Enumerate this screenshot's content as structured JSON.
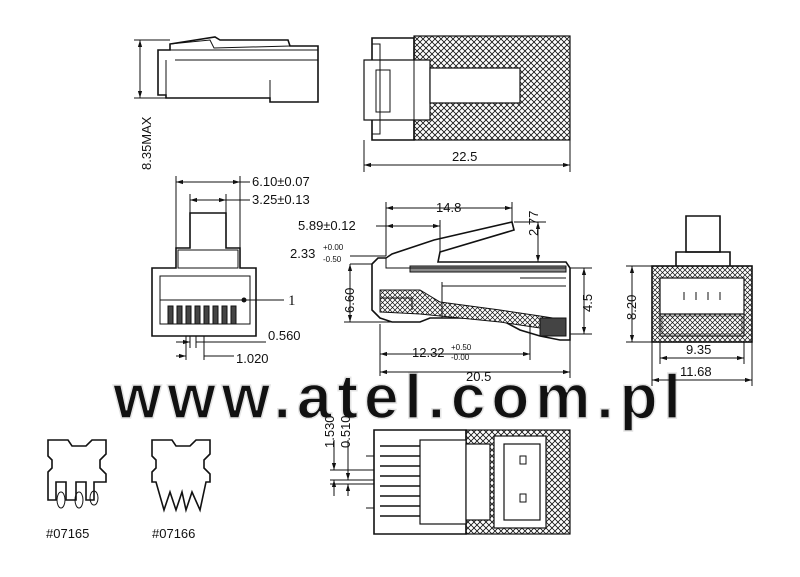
{
  "watermark": "www.atel.com.pl",
  "dimensions": {
    "height_max": "8.35MAX",
    "length_top": "22.5",
    "width_outer": "6.10±0.07",
    "width_inner": "3.25±0.13",
    "pin_pitch": "0.560",
    "pin_span": "1.020",
    "pin_callout": "1",
    "len_latch": "14.8",
    "len_front": "5.89±0.12",
    "latch_gap": "2.77",
    "step_base": "2.33",
    "step_tol_plus": "+0.00",
    "step_tol_minus": "-0.50",
    "body_height": "6.60",
    "wire_height": "4.5",
    "len_wire_base": "12.32",
    "len_wire_tol_plus": "+0.50",
    "len_wire_tol_minus": "-0.00",
    "len_total": "20.5",
    "end_height": "8.20",
    "end_inner_width": "9.35",
    "end_outer_width": "11.68",
    "bottom_gap1": "1.530",
    "bottom_gap2": "0.510"
  },
  "parts": [
    {
      "code": "#07165"
    },
    {
      "code": "#07166"
    }
  ],
  "colors": {
    "line": "#111111",
    "hatch": "#111111",
    "watermark": "#e4e4e4"
  }
}
